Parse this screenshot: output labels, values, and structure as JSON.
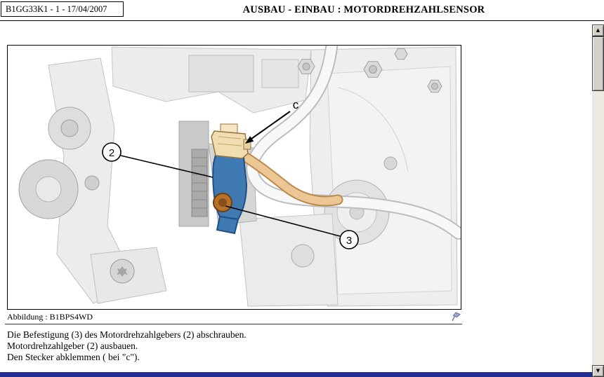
{
  "header": {
    "ref": "B1GG33K1 - 1 - 17/04/2007",
    "title": "AUSBAU - EINBAU : MOTORDREHZAHLSENSOR"
  },
  "figure": {
    "caption": "Abbildung : B1BPS4WD",
    "callouts": {
      "sensor": "2",
      "bolt": "3",
      "connector": "c"
    }
  },
  "instructions": {
    "line1": "Die Befestigung (3) des Motordrehzahlgebers (2) abschrauben.",
    "line2": "Motordrehzahlgeber (2) ausbauen.",
    "line3": "Den Stecker abklemmen ( bei \"c\")."
  },
  "scrollbar": {
    "up": "▲",
    "down": "▼"
  },
  "colors": {
    "sensorBlue": "#3f7ab2",
    "sensorBlueDark": "#1e4f86",
    "boltBronze": "#b5722a",
    "cableTan": "#ecc795",
    "cableTanDark": "#bb8a4c",
    "connectorBeige": "#f2ddb2",
    "bottomBar": "#232e92"
  }
}
